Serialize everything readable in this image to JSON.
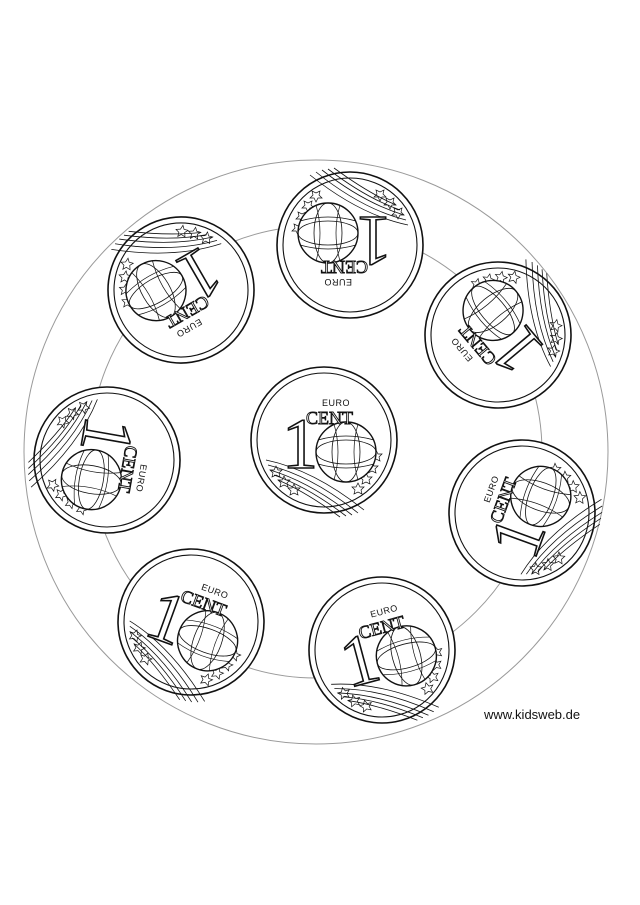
{
  "credit": "www.kidsweb.de",
  "coin": {
    "numeral": "1",
    "euro_text": "EURO",
    "cent_text": "CENT"
  },
  "colors": {
    "line": "#111111",
    "outer_ring": "#9a9a9a",
    "paper": "#ffffff"
  },
  "coins": [
    {
      "id": "center",
      "rotation": 0
    },
    {
      "id": "top",
      "rotation": 180
    },
    {
      "id": "upper-left",
      "rotation": 150
    },
    {
      "id": "upper-right",
      "rotation": 230
    },
    {
      "id": "middle-left",
      "rotation": 100
    },
    {
      "id": "middle-right",
      "rotation": 290
    },
    {
      "id": "lower-left",
      "rotation": 20
    },
    {
      "id": "lower-middle",
      "rotation": 345
    }
  ]
}
